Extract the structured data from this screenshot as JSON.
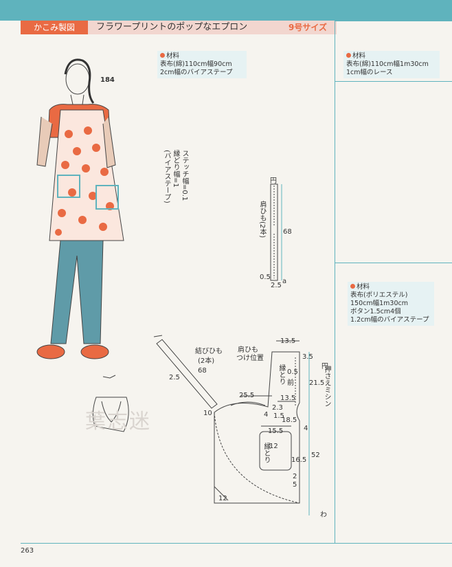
{
  "header": {
    "tag": "かこみ製図",
    "title": "フラワープリントのポップなエプロン",
    "size": "9号サイズ"
  },
  "figure_number": "184",
  "materials": [
    {
      "title": "材料",
      "lines": [
        "表布(綿)110cm幅90cm",
        "2cm幅のバイアステープ"
      ]
    },
    {
      "title": "材料",
      "lines": [
        "表布(綿)110cm幅1m30cm",
        "1cm幅のレース"
      ]
    },
    {
      "title": "材料",
      "lines": [
        "表布(ポリエステル)",
        "150cm幅1m30cm",
        "ボタン1.5cm4個",
        "1.2cm幅のバイアステープ"
      ]
    }
  ],
  "stitch_note": [
    "ステッチ幅=0.1",
    "縁どり幅=1",
    "(バイアステープ)"
  ],
  "strap": {
    "label": "肩ひも(2本)",
    "length": "68",
    "top_mark": "円",
    "seam": "0.5",
    "width": "2.5",
    "a_mark": "a"
  },
  "tie": {
    "label": "結びひも",
    "count": "(2本)",
    "len1": "68",
    "len2": "2.5"
  },
  "shoulder_pos": [
    "肩ひも",
    "つけ位置"
  ],
  "body": {
    "top_width": "13.5",
    "top_right": "3.5",
    "fold": "0.5",
    "edge_label": "縁とり",
    "front": "前",
    "height1": "21.5",
    "width2": "25.5",
    "w3": "13.5",
    "d23": "2.3",
    "d4": "4",
    "d15": "1.5",
    "d185": "18.5",
    "pocket_w": "15.5",
    "pocket_h": "12",
    "pocket_edge": "縁とり",
    "d165": "16.5",
    "d2": "2",
    "d5": "5",
    "d4b": "4",
    "h52": "52",
    "d10": "10",
    "d12": "12",
    "press_note": "押さえミシン",
    "fold_mark": "わ",
    "top_mark": "円"
  },
  "watermark": "葉志迷",
  "page_number": "263",
  "colors": {
    "accent": "#e96a43",
    "teal": "#5fb3bd",
    "pink": "#f2d6cf",
    "mat_bg": "#e6f2f3"
  }
}
